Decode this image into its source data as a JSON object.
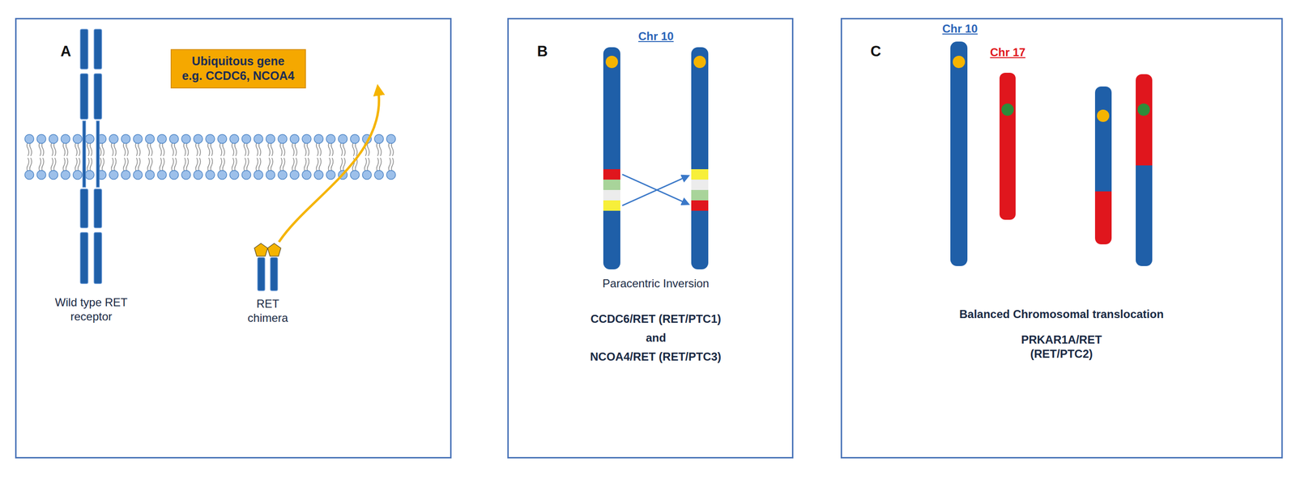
{
  "diagram": {
    "nodes": [
      {
        "text": [
          "A"
        ]
      },
      {
        "text": [
          "Ubiquitous gene",
          "e.g. CCDC6, NCOA4"
        ],
        "in": 0
      },
      {
        "text": [
          "B"
        ]
      },
      {
        "text": [
          "C"
        ]
      }
    ],
    "labels": [
      "Wild type RET receptor",
      "RET chimera",
      "Chr 10",
      "Paracentric Inversion",
      "CCDC6/RET (RET/PTC1)",
      "and",
      "NCOA4/RET (RET/PTC3)",
      "Chr 10",
      "Chr 17",
      "Balanced Chromosomal translocation",
      "PRKAR1A/RET (RET/PTC2)"
    ]
  }
}
